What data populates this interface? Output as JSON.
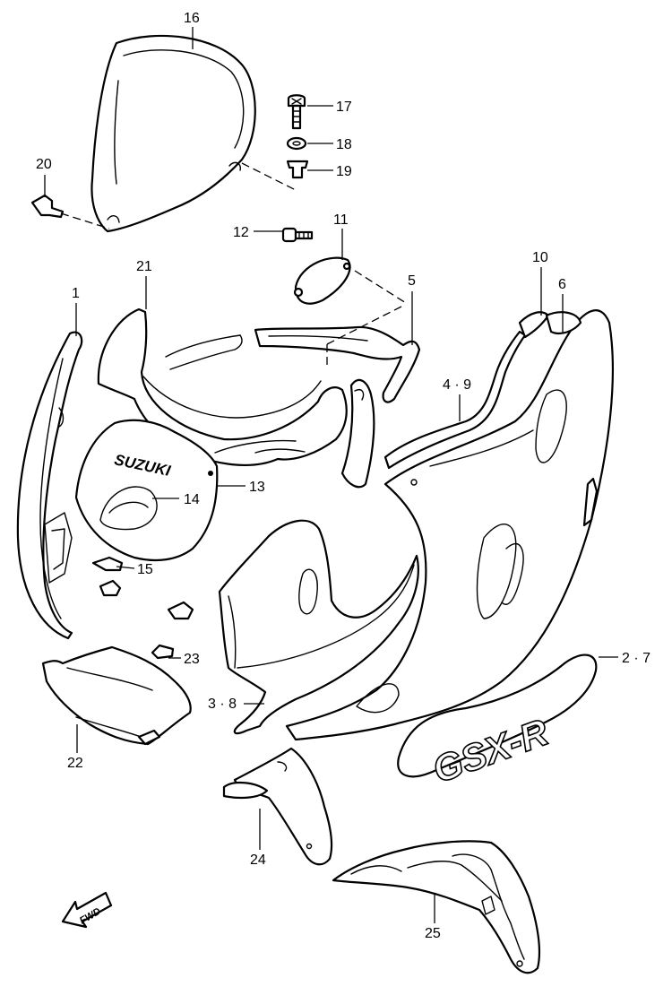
{
  "callouts": {
    "c1": "1",
    "c2_7": "2 · 7",
    "c3_8": "3 · 8",
    "c4_9": "4 · 9",
    "c5": "5",
    "c6": "6",
    "c10": "10",
    "c11": "11",
    "c12": "12",
    "c13": "13",
    "c14": "14",
    "c15": "15",
    "c16": "16",
    "c17": "17",
    "c18": "18",
    "c19": "19",
    "c20": "20",
    "c21": "21",
    "c22": "22",
    "c23": "23",
    "c24": "24",
    "c25": "25"
  },
  "decals": {
    "brand": "SUZUKI",
    "model": "GSX-R",
    "fwd": "FWD"
  }
}
